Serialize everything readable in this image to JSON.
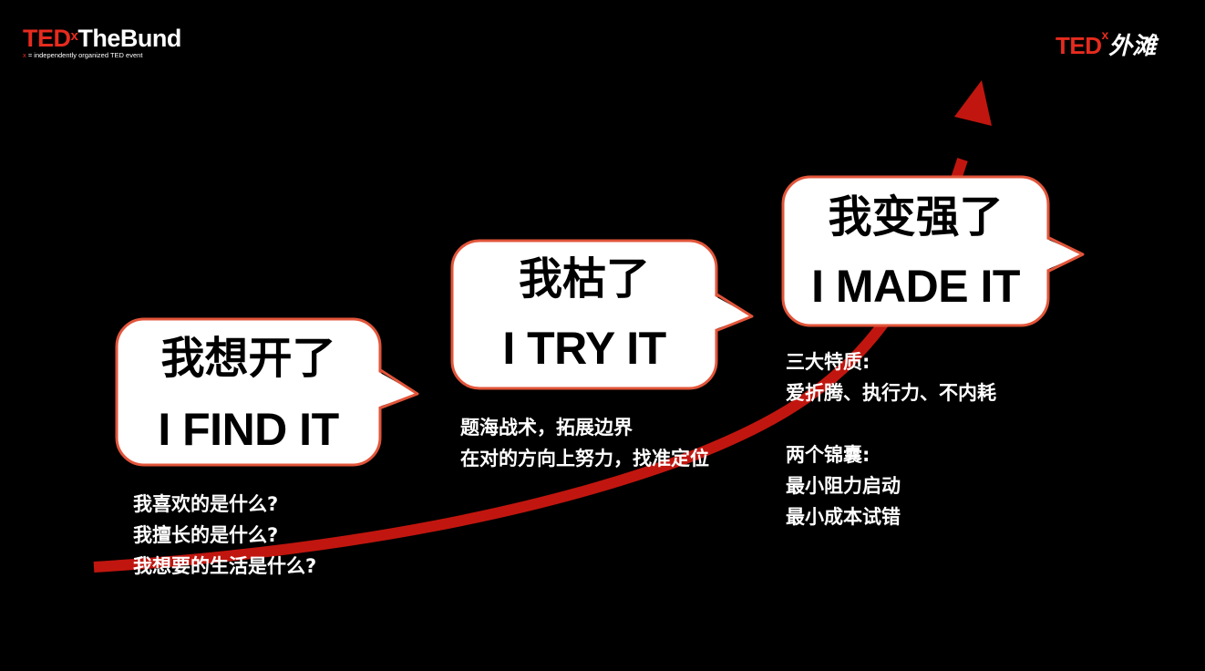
{
  "logos": {
    "left": {
      "ted": "TED",
      "x": "x",
      "name": "TheBund",
      "tag_x": "x",
      "tagline": " = independently organized TED event"
    },
    "right": {
      "ted": "TED",
      "x": "x",
      "name": "外滩"
    }
  },
  "colors": {
    "background": "#000000",
    "accent_red": "#c1160f",
    "bubble_border": "#e2553a",
    "bubble_fill": "#ffffff"
  },
  "bubbles": [
    {
      "cn": "我想开了",
      "en": "I FIND IT"
    },
    {
      "cn": "我枯了",
      "en": "I TRY IT"
    },
    {
      "cn": "我变强了",
      "en": "I MADE IT"
    }
  ],
  "notes": {
    "stage1": [
      "我喜欢的是什么?",
      "我擅长的是什么?",
      "我想要的生活是什么?"
    ],
    "stage2": [
      "题海战术，拓展边界",
      "在对的方向上努力，找准定位"
    ],
    "stage3": [
      "三大特质:",
      "爱折腾、执行力、不内耗",
      "",
      "两个锦囊:",
      "最小阻力启动",
      "最小成本试错"
    ]
  }
}
